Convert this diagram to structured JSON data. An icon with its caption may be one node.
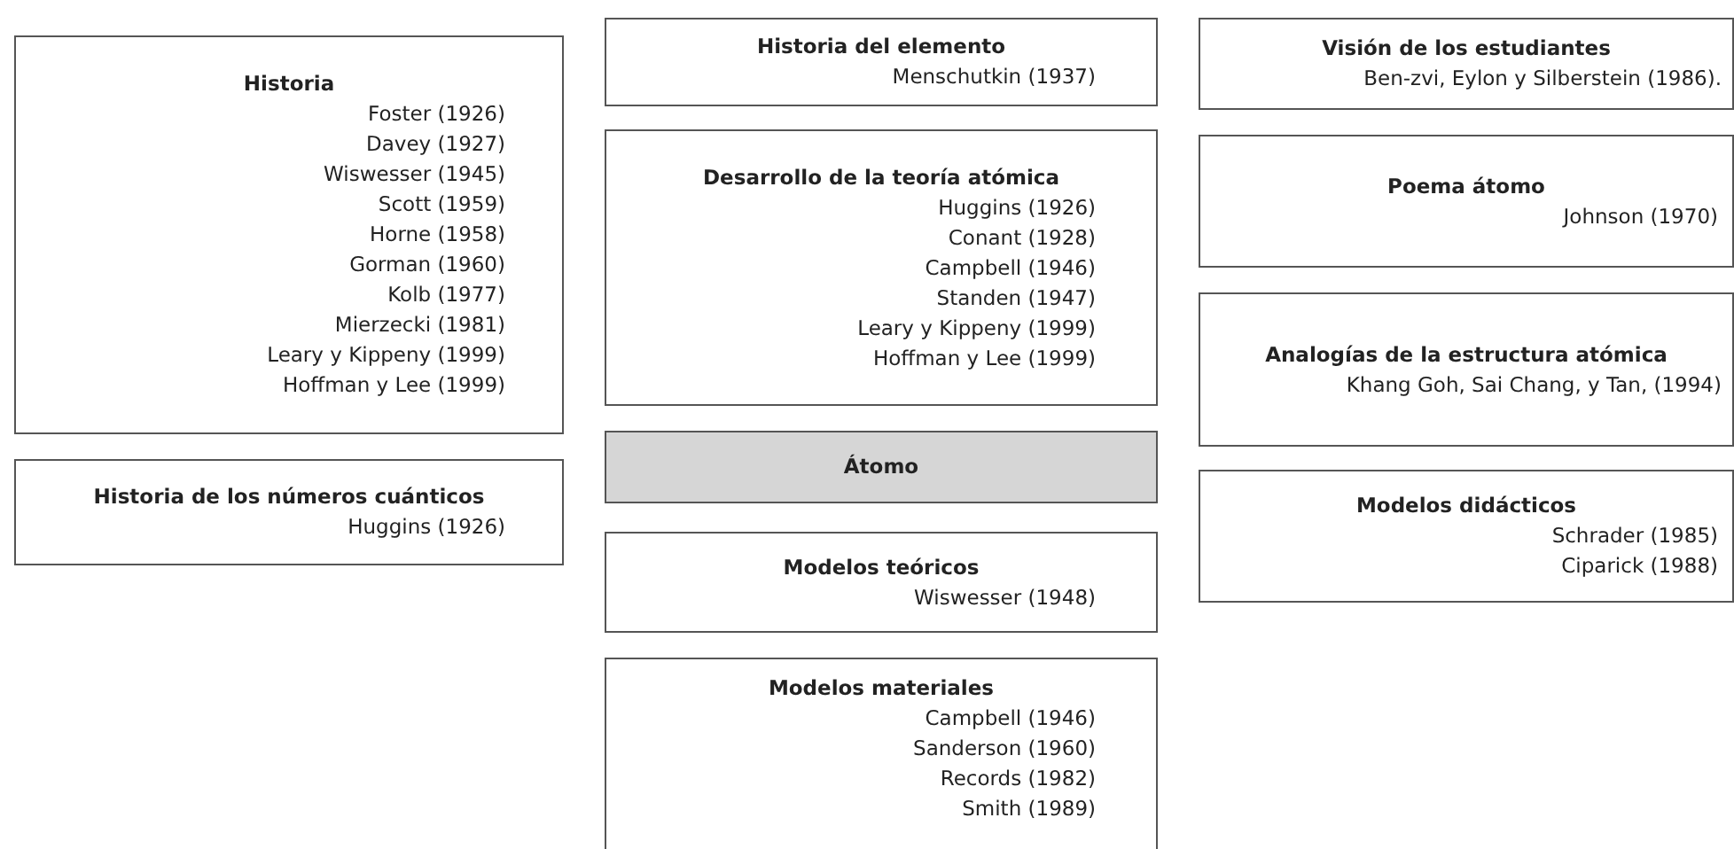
{
  "diagram": {
    "nodes": [
      {
        "text": [
          "Historia",
          "Foster (1926)",
          "Davey (1927)",
          "Wiswesser (1945)",
          "Scott (1959)",
          "Horne (1958)",
          "Gorman (1960)",
          "Kolb (1977)",
          "Mierzecki (1981)",
          "Leary y Kippeny (1999)",
          "Hoffman y Lee (1999)"
        ]
      },
      {
        "text": [
          "Historia de los números cuánticos",
          "Huggins (1926)"
        ]
      },
      {
        "text": [
          "Historia del elemento",
          "Menschutkin (1937)"
        ]
      },
      {
        "text": [
          "Desarrollo de la teoría atómica",
          "Huggins (1926)",
          "Conant (1928)",
          "Campbell (1946)",
          "Standen (1947)",
          "Leary y Kippeny (1999)",
          "Hoffman y Lee (1999)"
        ]
      },
      {
        "text": [
          "Átomo"
        ]
      },
      {
        "text": [
          "Modelos teóricos",
          "Wiswesser (1948)"
        ]
      },
      {
        "text": [
          "Modelos materiales",
          "Campbell (1946)",
          "Sanderson (1960)",
          "Records (1982)",
          "Smith (1989)"
        ]
      },
      {
        "text": [
          "Visión de los estudiantes",
          "Ben-zvi, Eylon y Silberstein (1986)."
        ]
      },
      {
        "text": [
          "Poema átomo",
          "Johnson (1970)"
        ]
      },
      {
        "text": [
          "Analogías de la estructura atómica",
          "Khang Goh, Sai Chang, y Tan, (1994)"
        ]
      },
      {
        "text": [
          "Modelos didácticos",
          "Schrader (1985)",
          "Ciparick (1988)"
        ]
      }
    ]
  }
}
